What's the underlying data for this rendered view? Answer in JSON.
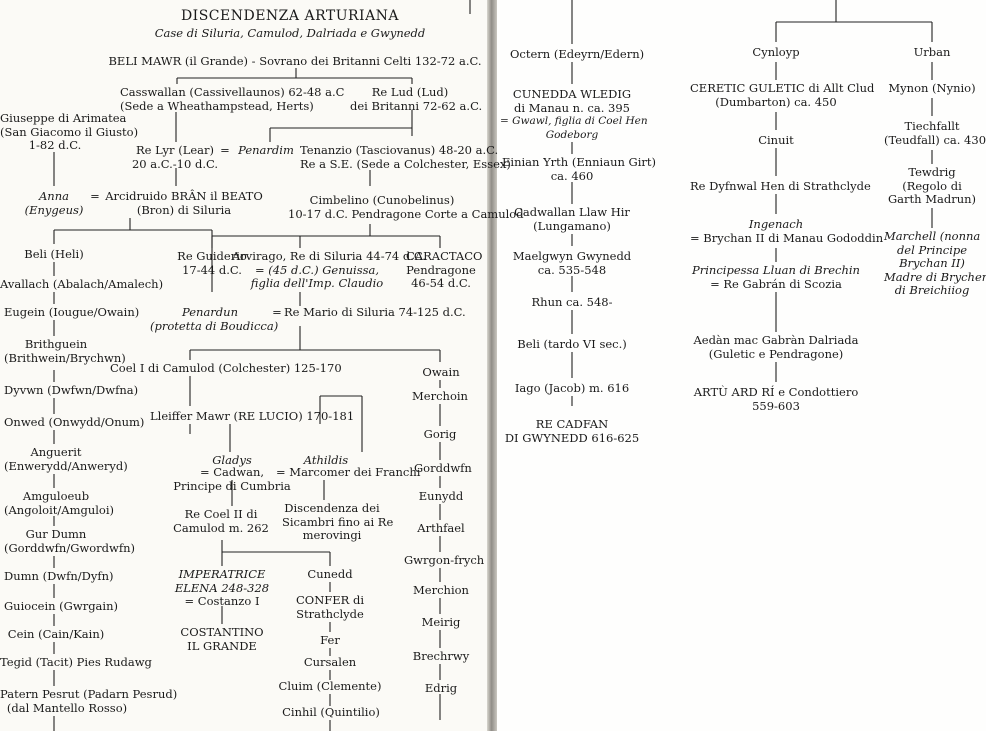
{
  "title": "DISCENDENZA ARTURIANA",
  "subtitle": "Case di Siluria, Camulod, Dalriada e Gwynedd",
  "left": {
    "beli_mawr": "BELI MAWR (il Grande) - Sovrano dei Britanni Celti 132-72 a.C.",
    "casswallan_1": "Casswallan (Cassivellaunos) 62-48 a.C",
    "casswallan_2": "(Sede a Wheathampstead, Herts)",
    "lud_1": "Re Lud (Lud)",
    "lud_2": "dei Britanni 72-62 a.C.",
    "giuseppe_1": "Giuseppe di Arimatea",
    "giuseppe_2": "(San Giacomo il Giusto)",
    "giuseppe_3": "1-82 d.C.",
    "lyr_1": "Re Lyr (Lear)",
    "lyr_2": "20 a.C.-10 d.C.",
    "eq1": "=",
    "penardim": "Penardim",
    "tenanzio_1": "Tenanzio (Tasciovanus) 48-20 a.C.",
    "tenanzio_2": "Re a S.E. (Sede a Colchester, Essex)",
    "anna_1": "Anna",
    "anna_2": "(Enygeus)",
    "eq2": "=",
    "bran_1": "Arcidruido BRÂN il BEATO",
    "bran_2": "(Bron) di Siluria",
    "cimbelino_1": "Cimbelino (Cunobelinus)",
    "cimbelino_2": "10-17 d.C. Pendragone Corte a Camulod",
    "beli_heli": "Beli (Heli)",
    "guiderio_1": "Re Guiderio",
    "guiderio_2": "17-44 d.C.",
    "arvirago_1": "Arvirago, Re di Siluria 44-74 d.C.",
    "arvirago_2": "= (45 d.C.) Genuissa,",
    "arvirago_3": "figlia dell'Imp. Claudio",
    "caractaco_1": "CARACTACO",
    "caractaco_2": "Pendragone",
    "caractaco_3": "46-54 d.C.",
    "avallach": "Avallach (Abalach/Amalech)",
    "eugein": "Eugein (Iougue/Owain)",
    "penardun_1": "Penardun",
    "penardun_2": "(protetta di Boudicca)",
    "eq3": "=",
    "mario": "Re Mario di Siluria 74-125 d.C.",
    "brithguein_1": "Brithguein",
    "brithguein_2": "(Brithwein/Brychwn)",
    "coel_1": "Coel I di Camulod (Colchester) 125-170",
    "dyvwn": "Dyvwn (Dwfwn/Dwfna)",
    "owain": "Owain",
    "merchoin": "Merchoin",
    "lleiffer": "Lleiffer Mawr (RE LUCIO) 170-181",
    "onwed": "Onwed (Onwydd/Onum)",
    "gorig": "Gorig",
    "anguerit_1": "Anguerit",
    "anguerit_2": "(Enwerydd/Anweryd)",
    "gladys": "Gladys",
    "cadwan_1": "= Cadwan,",
    "cadwan_2": "Principe di Cumbria",
    "athildis": "Athildis",
    "marcomer": "= Marcomer dei Franchi",
    "gorddwfn": "Gorddwfn",
    "amguloeub_1": "Amguloeub",
    "amguloeub_2": "(Angoloit/Amguloi)",
    "eunydd": "Eunydd",
    "coel2_1": "Re Coel II di",
    "coel2_2": "Camulod m. 262",
    "sicambri_1": "Discendenza dei",
    "sicambri_2": "Sicambri fino ai Re",
    "sicambri_3": "merovingi",
    "arthfael": "Arthfael",
    "gurdumn_1": "Gur Dumn",
    "gurdumn_2": "(Gorddwfn/Gwordwfn)",
    "gwrgon": "Gwrgon-frych",
    "elena_1": "IMPERATRICE",
    "elena_2": "ELENA 248-328",
    "elena_3": "= Costanzo I",
    "cunedd": "Cunedd",
    "dumn": "Dumn (Dwfn/Dyfn)",
    "confer_1": "CONFER di",
    "confer_2": "Strathclyde",
    "merchion": "Merchion",
    "guiocein": "Guiocein (Gwrgain)",
    "costantino_1": "COSTANTINO",
    "costantino_2": "IL GRANDE",
    "fer": "Fer",
    "meirig": "Meirig",
    "cein": "Cein (Cain/Kain)",
    "cursalen": "Cursalen",
    "brechrwy": "Brechrwy",
    "tegid": "Tegid (Tacit) Pies Rudawg",
    "cluim": "Cluim (Clemente)",
    "edrig": "Edrig",
    "patern_1": "Patern Pesrut (Padarn Pesrud)",
    "patern_2": "(dal Mantello Rosso)",
    "cinhil": "Cinhil (Quintilio)"
  },
  "right": {
    "octern": "Octern (Edeyrn/Edern)",
    "cunedda_1": "CUNEDDA WLEDIG",
    "cunedda_2": "di Manau n. ca. 395",
    "cunedda_3": "= Gwawl, figlia di Coel Hen",
    "cunedda_4": "Godeborg",
    "einian_1": "Einian Yrth (Enniaun Girt)",
    "einian_2": "ca. 460",
    "cadwallan_1": "Cadwallan Llaw Hir",
    "cadwallan_2": "(Lungamano)",
    "maelgwyn_1": "Maelgwyn Gwynedd",
    "maelgwyn_2": "ca. 535-548",
    "rhun": "Rhun ca. 548-",
    "beli_tardo": "Beli (tardo VI sec.)",
    "iago": "Iago (Jacob) m. 616",
    "cadfan_1": "RE CADFAN",
    "cadfan_2": "DI GWYNEDD 616-625",
    "cynloyp": "Cynloyp",
    "ceretic_1": "CERETIC GULETIC di Allt Clud",
    "ceretic_2": "(Dumbarton) ca. 450",
    "cinuit": "Cinuit",
    "dyfnwal": "Re Dyfnwal Hen di Strathclyde",
    "ingenach": "Ingenach",
    "brychan": "= Brychan II di Manau Gododdin",
    "lluan_1": "Principessa Lluan di Brechin",
    "lluan_2": "= Re Gabrán di Scozia",
    "aedan_1": "Aedàn mac Gabràn Dalriada",
    "aedan_2": "(Guletic e Pendragone)",
    "artu_1": "ARTÙ ARD RÍ e Condottiero",
    "artu_2": "559-603",
    "urban": "Urban",
    "mynon": "Mynon (Nynio)",
    "tiechfallt_1": "Tiechfallt",
    "tiechfallt_2": "(Teudfall) ca. 430",
    "tewdrig_1": "Tewdrig",
    "tewdrig_2": "(Regolo di",
    "tewdrig_3": "Garth Madrun)",
    "marchell_1": "Marchell (nonna",
    "marchell_2": "del Principe",
    "marchell_3": "Brychan II)",
    "marchell_4": "Madre di Brychen",
    "marchell_5": "di Breichiiog"
  }
}
